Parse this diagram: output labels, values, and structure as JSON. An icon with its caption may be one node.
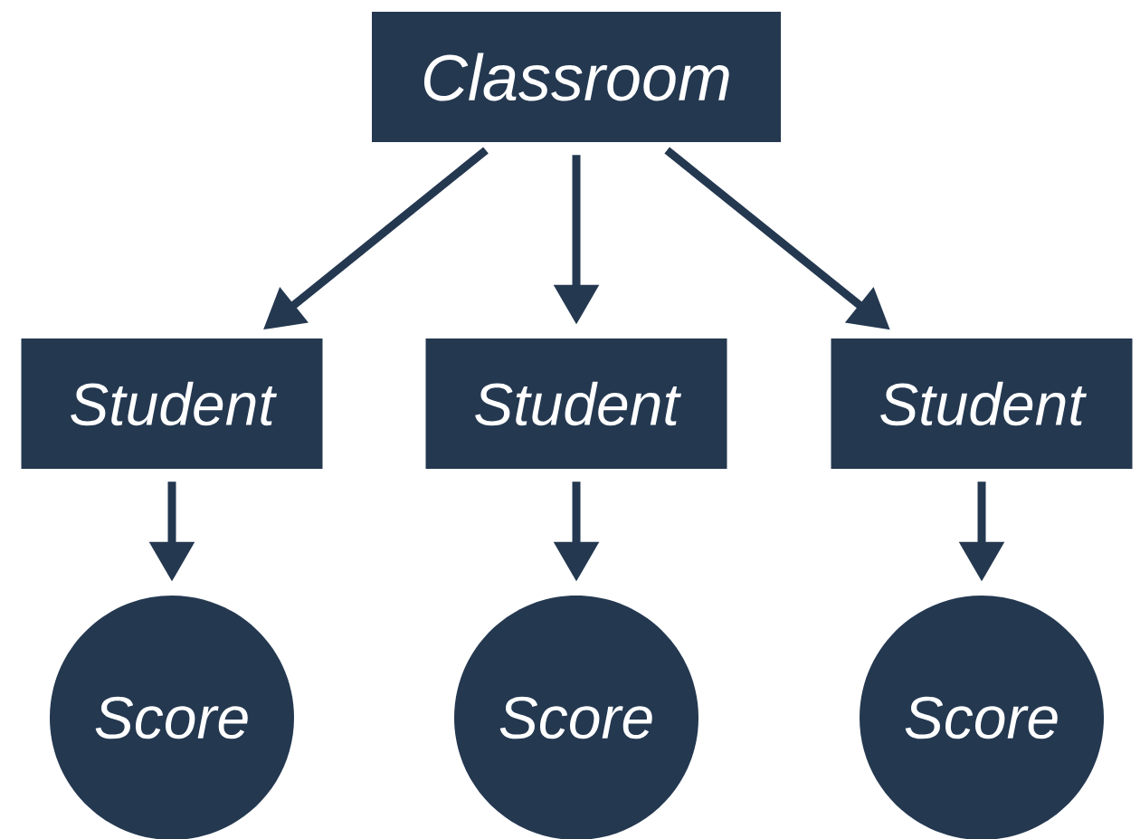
{
  "diagram": {
    "nodes": [
      {
        "text": [
          "Classroom"
        ]
      },
      {
        "text": [
          "Student"
        ]
      },
      {
        "text": [
          "Student"
        ]
      },
      {
        "text": [
          "Student"
        ]
      },
      {
        "text": [
          "Score"
        ]
      },
      {
        "text": [
          "Score"
        ]
      },
      {
        "text": [
          "Score"
        ]
      }
    ],
    "edges": [
      {
        "from": 0,
        "to": 1,
        "arrow": "to"
      },
      {
        "from": 0,
        "to": 2,
        "arrow": "to"
      },
      {
        "from": 0,
        "to": 3,
        "arrow": "to"
      },
      {
        "from": 1,
        "to": 4,
        "arrow": "to"
      },
      {
        "from": 2,
        "to": 5,
        "arrow": "to"
      },
      {
        "from": 3,
        "to": 6,
        "arrow": "to"
      }
    ]
  }
}
